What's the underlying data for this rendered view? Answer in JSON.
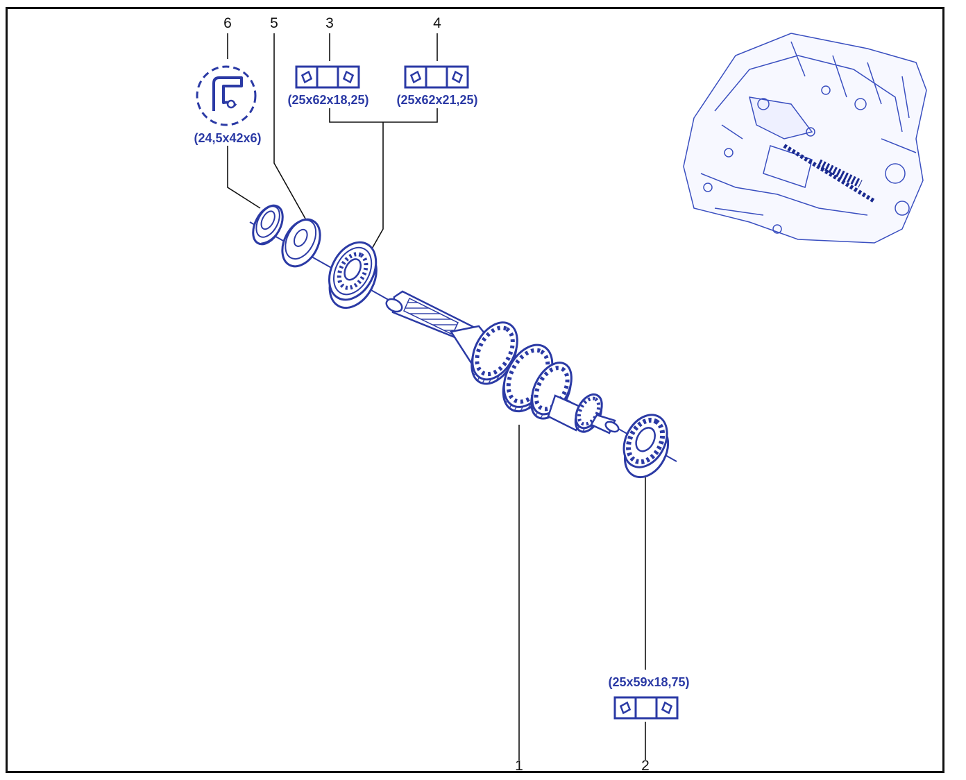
{
  "callouts": {
    "n1": "1",
    "n2": "2",
    "n3": "3",
    "n4": "4",
    "n5": "5",
    "n6": "6"
  },
  "dimensions": {
    "seal": "(24,5x42x6)",
    "bearing_3": "(25x62x18,25)",
    "bearing_4": "(25x62x21,25)",
    "bearing_2": "(25x59x18,75)"
  },
  "icons": {
    "seal": "oil-seal-icon",
    "bearing": "bearing-variant-icon",
    "overview": "gearbox-overview-icon"
  },
  "colors": {
    "line_art": "#2b3aa5",
    "leader": "#111111",
    "frame": "#111111"
  }
}
